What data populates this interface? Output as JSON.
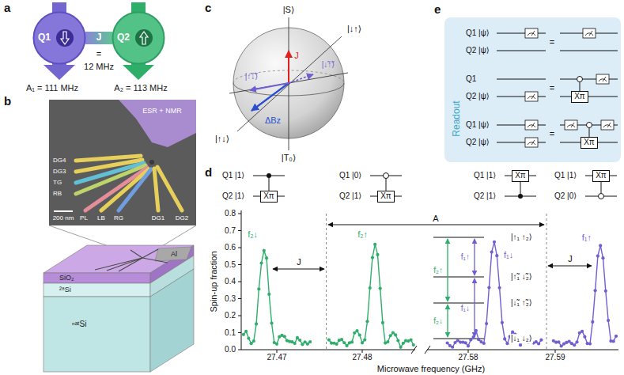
{
  "diagram": {
    "nodes": [
      {
        "text": [
          "Q1"
        ]
      },
      {
        "text": [
          "Q2"
        ]
      },
      {
        "text": [
          "Xπ"
        ]
      },
      {
        "text": [
          "Xπ"
        ]
      },
      {
        "text": [
          "Xπ"
        ]
      },
      {
        "text": [
          "Xπ"
        ]
      },
      {
        "text": [
          "Readout"
        ]
      },
      {
        "text": [
          "Xπ"
        ],
        "in": 6
      },
      {
        "text": [
          "Xπ"
        ],
        "in": 6
      }
    ],
    "edges": [
      {
        "from": 0,
        "to": 1,
        "label": "J",
        "arrow": "none"
      }
    ],
    "labels": [
      "a",
      "=",
      "12 MHz",
      "A₁ = 111 MHz",
      "A₂ = 113 MHz",
      "b",
      "ESR + NMR",
      "DG4",
      "DG3",
      "TG",
      "RB",
      "PL",
      "LB",
      "RG",
      "DG1",
      "DG2",
      "200 nm",
      "Al",
      "SiO₂",
      "²⁸Si",
      "ⁿᵃᵗSi",
      "c",
      "|S⟩",
      "|↓↑⟩",
      "|↑↓⟩",
      "|T₀⟩",
      "J",
      "|↑̃↓̃⟩",
      "|↓̃↑̃⟩",
      "ΔBz",
      "d",
      "Q1 |1⟩",
      "Q2 |1⟩",
      "Q1 |0⟩",
      "Q2 |1⟩",
      "Q1 |1⟩",
      "Q2 |1⟩",
      "Q1 |1⟩",
      "Q2 |0⟩",
      "Spin-up fraction",
      "0.0",
      "0.1",
      "0.2",
      "0.3",
      "0.4",
      "0.5",
      "0.6",
      "0.7",
      "0.8",
      "27.47",
      "27.48",
      "27.58",
      "27.59",
      "Microwave frequency (GHz)",
      "f₂↓",
      "f₂↑",
      "f₁↓",
      "f₁↑",
      "J",
      "A",
      "J",
      "|↑₁ ↑₂⟩",
      "|↑̃₁ ↓̃₂⟩",
      "|↓̃₁ ↑̃₂⟩",
      "|↓₁ ↓₂⟩",
      "f₂↑",
      "f₁↑",
      "f₂↓",
      "f₁↓",
      "e",
      "Q1 |ψ⟩",
      "Q2 |ψ⟩",
      "=",
      "Q1",
      "Q2 |ψ⟩",
      "=",
      "Q1 |ψ⟩",
      "Q2 |ψ⟩",
      "="
    ]
  }
}
